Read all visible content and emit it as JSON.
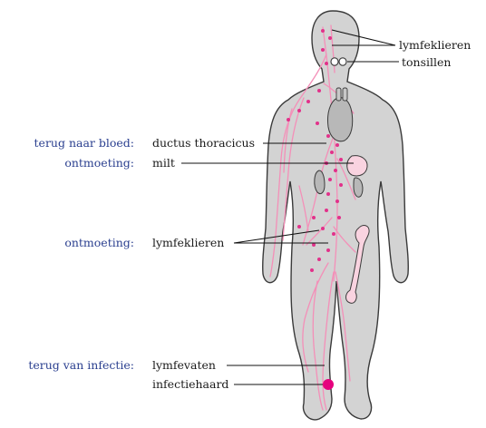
{
  "colors": {
    "body_fill": "#d3d3d3",
    "body_outline": "#3a3a3a",
    "organ_fill": "#b8b8b8",
    "lymph_vessel": "#f48fb8",
    "lymph_node": "#e2318a",
    "infection_site": "#e6007e",
    "spleen_fill": "#f9d3e0",
    "bone_fill": "#f9d3e0",
    "label_text": "#1a1a1a",
    "category_text": "#2a3f8f",
    "leader_line": "#111111"
  },
  "categories": {
    "back_to_blood": "terug naar bloed:",
    "encounter_1": "ontmoeting:",
    "encounter_2": "ontmoeting:",
    "back_from_infection": "terug van infectie:"
  },
  "labels": {
    "lymph_nodes_head": "lymfeklieren",
    "tonsils": "tonsillen",
    "thoracic_duct": "ductus thoracicus",
    "spleen": "milt",
    "lymph_nodes_abdomen": "lymfeklieren",
    "lymph_vessels": "lymfevaten",
    "infection_site": "infectiehaard"
  }
}
